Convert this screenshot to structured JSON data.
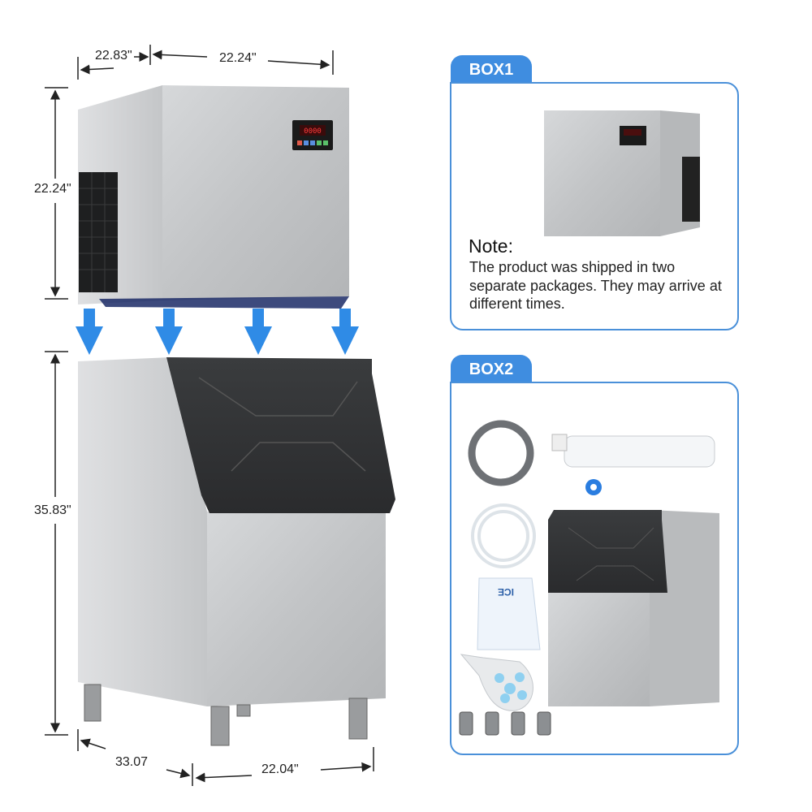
{
  "dimensions": {
    "top_depth": "22.83\"",
    "top_width": "22.24\"",
    "top_height": "22.24\"",
    "bin_height": "35.83\"",
    "bin_depth": "33.07",
    "bin_width": "22.04\""
  },
  "box1": {
    "tab_label": "BOX1",
    "note_title": "Note:",
    "note_text": "The product was shipped in two separate packages. They may arrive at different times."
  },
  "box2": {
    "tab_label": "BOX2",
    "ice_bag_label": "ICE"
  },
  "colors": {
    "accent": "#3f8de0",
    "arrow": "#2f8be6",
    "steel": "#c9cbcd",
    "lid": "#2f3133"
  }
}
